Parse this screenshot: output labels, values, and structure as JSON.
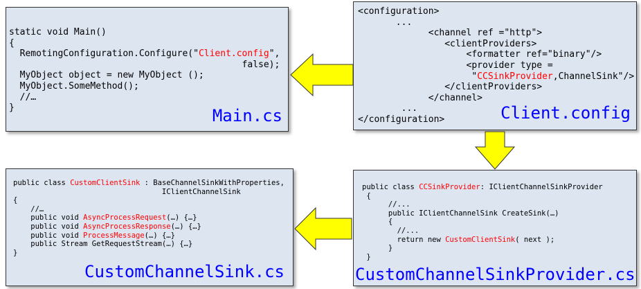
{
  "boxes": {
    "main": {
      "filename": "Main.cs",
      "lines": [
        [
          {
            "t": "static void Main()"
          }
        ],
        [
          {
            "t": "{"
          }
        ],
        [
          {
            "t": "  RemotingConfiguration.Configure(\""
          },
          {
            "t": "Client.config",
            "red": true
          },
          {
            "t": "\","
          }
        ],
        [
          {
            "t": "                                           false);"
          }
        ],
        [
          {
            "t": "  MyObject object = new MyObject ();"
          }
        ],
        [
          {
            "t": "  MyObject.SomeMethod();"
          }
        ],
        [
          {
            "t": "  //…"
          }
        ],
        [
          {
            "t": "}"
          }
        ]
      ]
    },
    "client_config": {
      "filename": "Client.config",
      "lines": [
        [
          {
            "t": "<configuration>"
          }
        ],
        [
          {
            "t": "       ..."
          }
        ],
        [
          {
            "t": "             <channel ref =\"http\">"
          }
        ],
        [
          {
            "t": "                <clientProviders>"
          }
        ],
        [
          {
            "t": "                    <formatter ref=\"binary\"/>"
          }
        ],
        [
          {
            "t": "                    <provider type ="
          }
        ],
        [
          {
            "t": "                     \""
          },
          {
            "t": "CCSinkProvider",
            "red": true
          },
          {
            "t": ",ChannelSink\"/>"
          }
        ],
        [
          {
            "t": "                </clientProviders>"
          }
        ],
        [
          {
            "t": "             </channel>"
          }
        ],
        [
          {
            "t": "        ..."
          }
        ],
        [
          {
            "t": "</configuration>"
          }
        ]
      ]
    },
    "custom_sink": {
      "filename": "CustomChannelSink.cs",
      "lines": [
        [
          {
            "t": "public class "
          },
          {
            "t": "CustomClientSink",
            "red": true
          },
          {
            "t": " : BaseChannelSinkWithProperties,"
          }
        ],
        [
          {
            "t": "                                  IClientChannelSink"
          }
        ],
        [
          {
            "t": "{"
          }
        ],
        [
          {
            "t": "    //…"
          }
        ],
        [
          {
            "t": "    public void "
          },
          {
            "t": "AsyncProcessRequest",
            "red": true
          },
          {
            "t": "(…) {…}"
          }
        ],
        [
          {
            "t": "    public void "
          },
          {
            "t": "AsyncProcessResponse",
            "red": true
          },
          {
            "t": "(…) {…}"
          }
        ],
        [
          {
            "t": "    public void "
          },
          {
            "t": "ProcessMessage",
            "red": true
          },
          {
            "t": "(…) {…}"
          }
        ],
        [
          {
            "t": "    public Stream GetRequestStream(…) {…}"
          }
        ],
        [
          {
            "t": "}"
          }
        ]
      ]
    },
    "sink_provider": {
      "filename": "CustomChannelSinkProvider.cs",
      "lines": [
        [
          {
            "t": "public class "
          },
          {
            "t": "CCSinkProvider",
            "red": true
          },
          {
            "t": ": IClientChannelSinkProvider"
          }
        ],
        [
          {
            "t": " {"
          }
        ],
        [
          {
            "t": "      //..."
          }
        ],
        [
          {
            "t": "      public IClientChannelSink CreateSink(…)"
          }
        ],
        [
          {
            "t": "      {"
          }
        ],
        [
          {
            "t": "        //..."
          }
        ],
        [
          {
            "t": "        return new "
          },
          {
            "t": "CustomClientSink",
            "red": true
          },
          {
            "t": "( next );"
          }
        ],
        [
          {
            "t": "      }"
          }
        ],
        [
          {
            "t": " }"
          }
        ]
      ]
    }
  },
  "colors": {
    "box_fill": "#dde5f1",
    "filename_blue": "#0000ff",
    "highlight_red": "#ff0000",
    "arrow_yellow": "#ffff00"
  }
}
